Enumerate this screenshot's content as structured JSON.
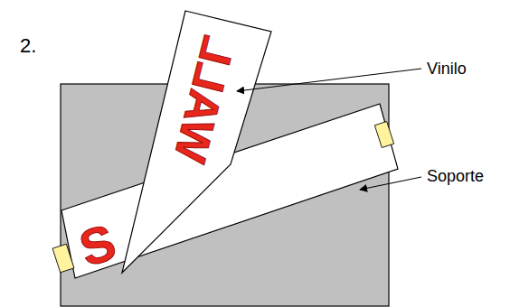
{
  "diagram": {
    "labels": [
      "2.",
      "S",
      "WALL",
      "Vinilo",
      "Soporte"
    ]
  }
}
